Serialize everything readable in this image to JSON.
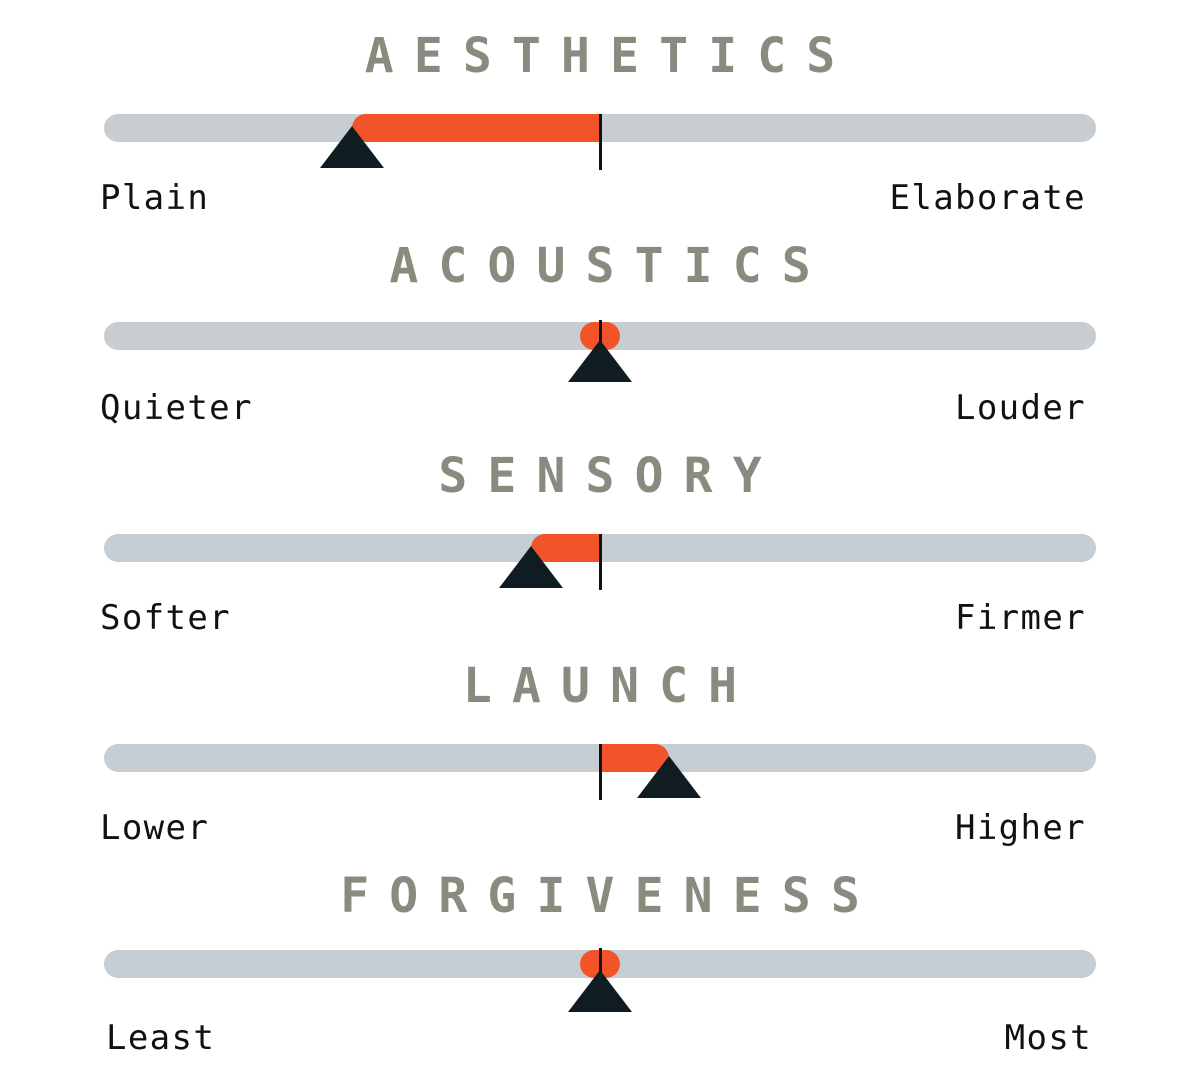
{
  "colors": {
    "title": "#8b8a7f",
    "track": "#c7ced3",
    "fill": "#f25328",
    "marker": "#0f1d23",
    "tick": "#111111"
  },
  "scales": [
    {
      "title": "AESTHETICS",
      "left_label": "Plain",
      "right_label": "Elaborate",
      "value": -0.5
    },
    {
      "title": "ACOUSTICS",
      "left_label": "Quieter",
      "right_label": "Louder",
      "value": 0.0
    },
    {
      "title": "SENSORY",
      "left_label": "Softer",
      "right_label": "Firmer",
      "value": -0.14
    },
    {
      "title": "LAUNCH",
      "left_label": "Lower",
      "right_label": "Higher",
      "value": 0.14
    },
    {
      "title": "FORGIVENESS",
      "left_label": "Least",
      "right_label": "Most",
      "value": 0.0
    }
  ]
}
